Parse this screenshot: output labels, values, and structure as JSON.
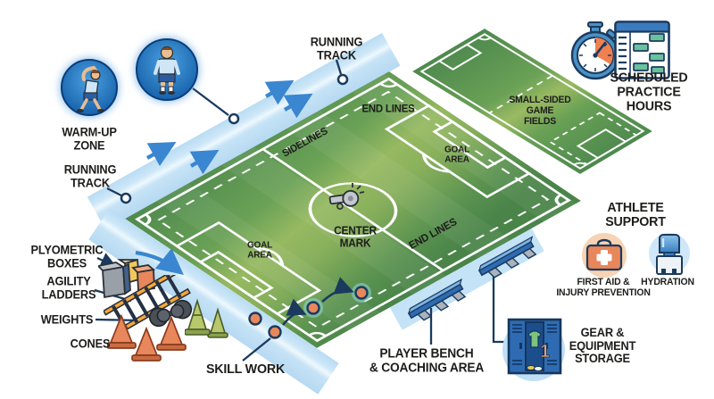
{
  "title": "Soccer Practice Facility Diagram",
  "colors": {
    "field_green_dark": "#4e8a4d",
    "field_green_light": "#96b961",
    "track_blue": "#c9e4f6",
    "arrow_blue": "#3a86d0",
    "leader_navy": "#1b3a5e",
    "equip_orange": "#e8875b",
    "equip_yellow": "#f2c75c",
    "cone_green": "#b8c96b",
    "locker_blue": "#2e6bb3",
    "schedule_green": "#69c29c",
    "stopwatch_orange": "#f08050",
    "text": "#1d1d1b"
  },
  "warm_up": {
    "label": "WARM-UP\nZONE"
  },
  "running_track": {
    "label_left": "RUNNING\nTRACK",
    "label_top": "RUNNING\nTRACK"
  },
  "field": {
    "sidelines_label": "SIDELINES",
    "end_lines_top_label": "END LINES",
    "end_lines_right_label": "END LINES",
    "goal_area_left_label": "GOAL\nAREA",
    "goal_area_right_label": "GOAL\nAREA",
    "center_mark_label": "CENTER\nMARK"
  },
  "small_fields": {
    "label": "SMALL-SIDED\nGAME\nFIELDS"
  },
  "practice_hours": {
    "label": "SCHEDULED\nPRACTICE HOURS"
  },
  "equipment": {
    "plyometric_label": "PLYOMETRIC\nBOXES",
    "agility_label": "AGILITY\nLADDERS",
    "weights_label": "WEIGHTS",
    "cones_label": "CONES"
  },
  "skill_work": {
    "label": "SKILL WORK"
  },
  "bench": {
    "label": "PLAYER BENCH\n& COACHING AREA"
  },
  "athlete_support": {
    "heading": "ATHLETE SUPPORT",
    "first_aid_label": "FIRST AID &\nINJURY PREVENTION",
    "hydration_label": "HYDRATION"
  },
  "gear": {
    "label": "GEAR &\nEQUIPMENT\nSTORAGE"
  },
  "icons": {
    "stretching_player": "warmup-stretch-icon",
    "standing_player": "player-icon",
    "stopwatch": "stopwatch-icon",
    "schedule_board": "schedule-icon",
    "whistle": "whistle-icon",
    "first_aid_kit": "first-aid-icon",
    "water_cooler": "water-cooler-icon",
    "lockers": "locker-icon",
    "bench": "bench-icon",
    "plyo_boxes": "plyo-boxes-icon",
    "ladder": "agility-ladder-icon",
    "dumbbell": "dumbbell-icon",
    "cones": "cones-icon"
  }
}
